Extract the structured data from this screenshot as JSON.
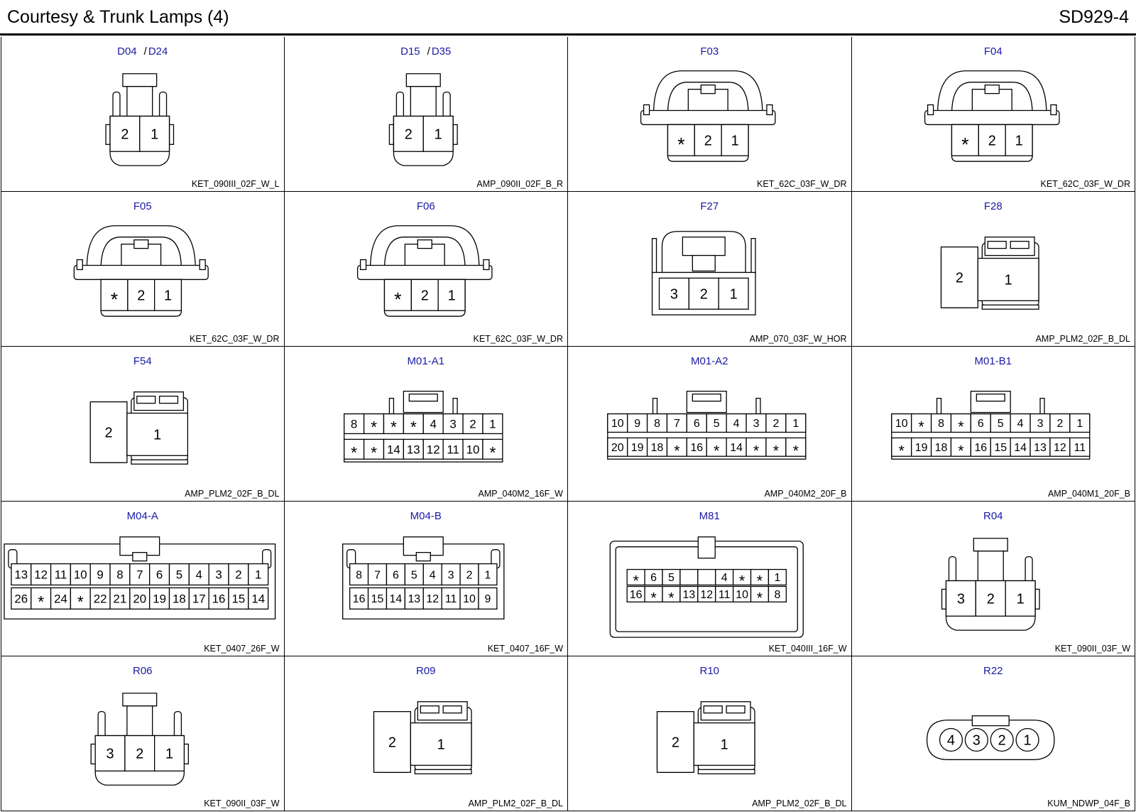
{
  "header": {
    "title": "Courtesy & Trunk Lamps (4)",
    "code": "SD929-4"
  },
  "connectors": [
    {
      "id": "D04",
      "id2": "D24",
      "type": "KET_090III_02F_W_L",
      "pins": [
        "2",
        "1"
      ]
    },
    {
      "id": "D15",
      "id2": "D35",
      "type": "AMP_090II_02F_B_R",
      "pins": [
        "2",
        "1"
      ]
    },
    {
      "id": "F03",
      "id2": "",
      "type": "KET_62C_03F_W_DR",
      "pins": [
        "*",
        "2",
        "1"
      ]
    },
    {
      "id": "F04",
      "id2": "",
      "type": "KET_62C_03F_W_DR",
      "pins": [
        "*",
        "2",
        "1"
      ]
    },
    {
      "id": "F05",
      "id2": "",
      "type": "KET_62C_03F_W_DR",
      "pins": [
        "*",
        "2",
        "1"
      ]
    },
    {
      "id": "F06",
      "id2": "",
      "type": "KET_62C_03F_W_DR",
      "pins": [
        "*",
        "2",
        "1"
      ]
    },
    {
      "id": "F27",
      "id2": "",
      "type": "AMP_070_03F_W_HOR",
      "pins": [
        "3",
        "2",
        "1"
      ]
    },
    {
      "id": "F28",
      "id2": "",
      "type": "AMP_PLM2_02F_B_DL",
      "pins": [
        "2",
        "1"
      ]
    },
    {
      "id": "F54",
      "id2": "",
      "type": "AMP_PLM2_02F_B_DL",
      "pins": [
        "2",
        "1"
      ]
    },
    {
      "id": "M01-A1",
      "id2": "",
      "type": "AMP_040M2_16F_W",
      "rows": [
        [
          "8",
          "*",
          "*",
          "*",
          "4",
          "3",
          "2",
          "1"
        ],
        [
          "*",
          "*",
          "14",
          "13",
          "12",
          "11",
          "10",
          "*"
        ]
      ]
    },
    {
      "id": "M01-A2",
      "id2": "",
      "type": "AMP_040M2_20F_B",
      "rows": [
        [
          "10",
          "9",
          "8",
          "7",
          "6",
          "5",
          "4",
          "3",
          "2",
          "1"
        ],
        [
          "20",
          "19",
          "18",
          "*",
          "16",
          "*",
          "14",
          "*",
          "*",
          "*"
        ]
      ]
    },
    {
      "id": "M01-B1",
      "id2": "",
      "type": "AMP_040M1_20F_B",
      "rows": [
        [
          "10",
          "*",
          "8",
          "*",
          "6",
          "5",
          "4",
          "3",
          "2",
          "1"
        ],
        [
          "*",
          "19",
          "18",
          "*",
          "16",
          "15",
          "14",
          "13",
          "12",
          "11"
        ]
      ]
    },
    {
      "id": "M04-A",
      "id2": "",
      "type": "KET_0407_26F_W",
      "rows": [
        [
          "13",
          "12",
          "11",
          "10",
          "9",
          "8",
          "7",
          "6",
          "5",
          "4",
          "3",
          "2",
          "1"
        ],
        [
          "26",
          "*",
          "24",
          "*",
          "22",
          "21",
          "20",
          "19",
          "18",
          "17",
          "16",
          "15",
          "14"
        ]
      ]
    },
    {
      "id": "M04-B",
      "id2": "",
      "type": "KET_0407_16F_W",
      "rows": [
        [
          "8",
          "7",
          "6",
          "5",
          "4",
          "3",
          "2",
          "1"
        ],
        [
          "16",
          "15",
          "14",
          "13",
          "12",
          "11",
          "10",
          "9"
        ]
      ]
    },
    {
      "id": "M81",
      "id2": "",
      "type": "KET_040III_16F_W",
      "rows": [
        [
          "*",
          "6",
          "5",
          "",
          "",
          "4",
          "*",
          "*",
          "1"
        ],
        [
          "16",
          "*",
          "*",
          "13",
          "12",
          "11",
          "10",
          "*",
          "8"
        ]
      ]
    },
    {
      "id": "R04",
      "id2": "",
      "type": "KET_090II_03F_W",
      "pins": [
        "3",
        "2",
        "1"
      ]
    },
    {
      "id": "R06",
      "id2": "",
      "type": "KET_090II_03F_W",
      "pins": [
        "3",
        "2",
        "1"
      ]
    },
    {
      "id": "R09",
      "id2": "",
      "type": "AMP_PLM2_02F_B_DL",
      "pins": [
        "2",
        "1"
      ]
    },
    {
      "id": "R10",
      "id2": "",
      "type": "AMP_PLM2_02F_B_DL",
      "pins": [
        "2",
        "1"
      ]
    },
    {
      "id": "R22",
      "id2": "",
      "type": "KUM_NDWP_04F_B",
      "pins": [
        "4",
        "3",
        "2",
        "1"
      ]
    }
  ]
}
